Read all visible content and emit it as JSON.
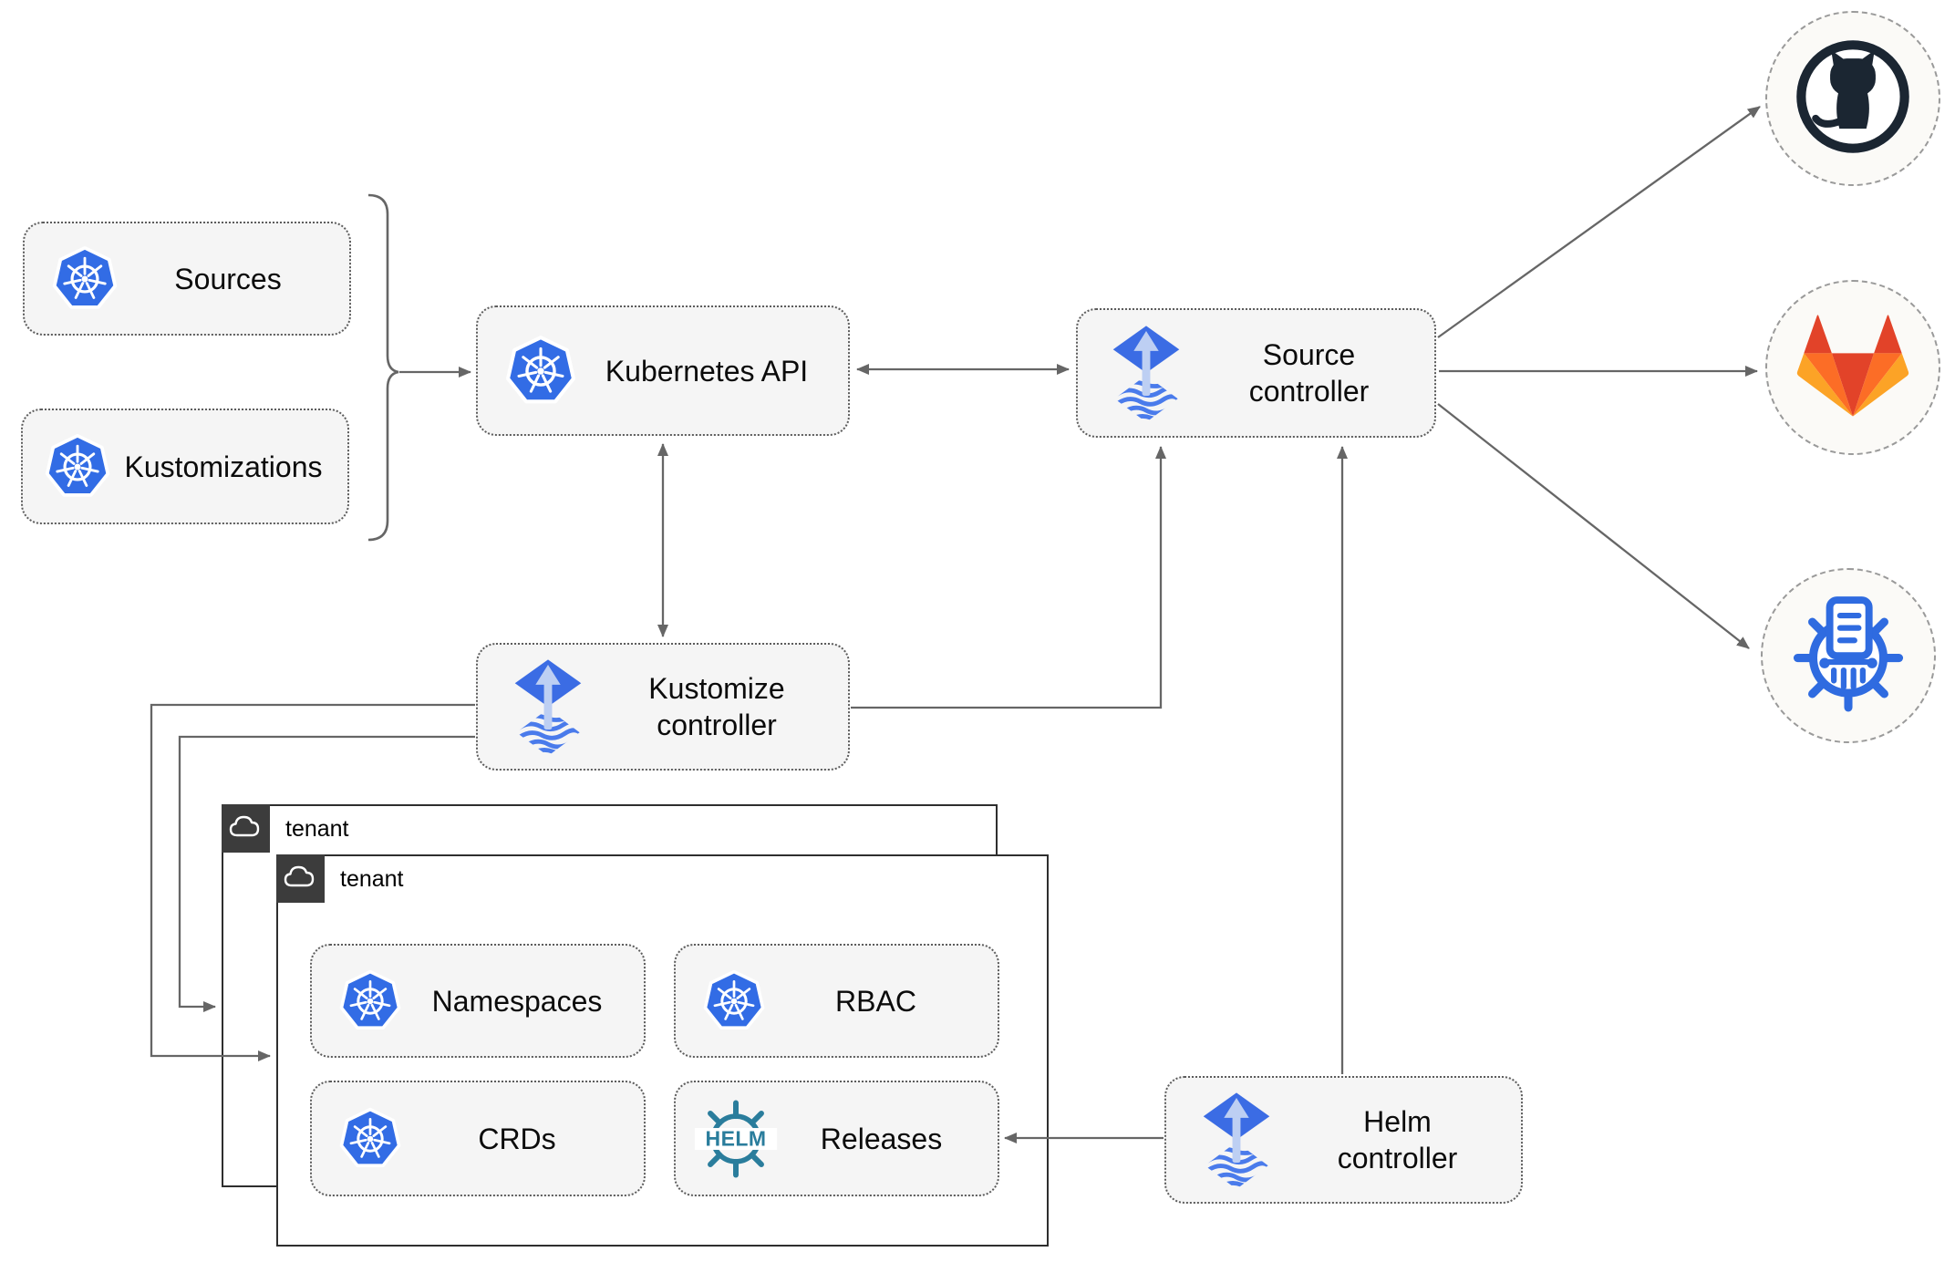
{
  "nodes": {
    "sources": {
      "label": "Sources",
      "icon": "kubernetes-icon"
    },
    "kustomizations": {
      "label": "Kustomizations",
      "icon": "kubernetes-icon"
    },
    "kubernetes_api": {
      "label": "Kubernetes API",
      "icon": "kubernetes-icon"
    },
    "source_controller": {
      "label": "Source controller",
      "icon": "flux-icon"
    },
    "kustomize_controller": {
      "label": "Kustomize controller",
      "icon": "flux-icon"
    },
    "helm_controller": {
      "label": "Helm controller",
      "icon": "flux-icon"
    },
    "namespaces": {
      "label": "Namespaces",
      "icon": "kubernetes-icon"
    },
    "rbac": {
      "label": "RBAC",
      "icon": "kubernetes-icon"
    },
    "crds": {
      "label": "CRDs",
      "icon": "kubernetes-icon"
    },
    "releases": {
      "label": "Releases",
      "icon": "helm-icon"
    }
  },
  "groups": {
    "tenant_outer": {
      "label": "tenant",
      "icon": "cloud-icon"
    },
    "tenant_inner": {
      "label": "tenant",
      "icon": "cloud-icon"
    }
  },
  "external_endpoints": [
    {
      "name": "github",
      "icon": "github-icon"
    },
    {
      "name": "gitlab",
      "icon": "gitlab-icon"
    },
    {
      "name": "chartmuseum",
      "icon": "chartmuseum-icon"
    }
  ],
  "connections": [
    {
      "from": "sources+kustomizations",
      "to": "kubernetes_api",
      "style": "brace-arrow"
    },
    {
      "from": "kubernetes_api",
      "to": "source_controller",
      "style": "bidirectional"
    },
    {
      "from": "kubernetes_api",
      "to": "kustomize_controller",
      "style": "bidirectional"
    },
    {
      "from": "kustomize_controller",
      "to": "source_controller",
      "style": "arrow"
    },
    {
      "from": "kustomize_controller",
      "to": "tenant_outer",
      "style": "arrow"
    },
    {
      "from": "kustomize_controller",
      "to": "tenant_inner",
      "style": "arrow"
    },
    {
      "from": "helm_controller",
      "to": "source_controller",
      "style": "arrow"
    },
    {
      "from": "helm_controller",
      "to": "releases",
      "style": "arrow"
    },
    {
      "from": "source_controller",
      "to": "github",
      "style": "arrow"
    },
    {
      "from": "source_controller",
      "to": "gitlab",
      "style": "arrow"
    },
    {
      "from": "source_controller",
      "to": "chartmuseum",
      "style": "arrow"
    }
  ],
  "colors": {
    "kubernetes_blue": "#326CE5",
    "flux_blue": "#3B6CE4",
    "flux_arrow_light": "#BDCFF3",
    "helm_teal": "#2A7D9C",
    "github_dark": "#1B2632",
    "gitlab_red": "#E24329",
    "gitlab_orange": "#FC6D26",
    "gitlab_yellow": "#FCA326",
    "chartmuseum_blue": "#2F6BE0",
    "edge_gray": "#666666",
    "node_fill": "#F5F5F5",
    "tenant_header_dark": "#3C3C3C"
  }
}
